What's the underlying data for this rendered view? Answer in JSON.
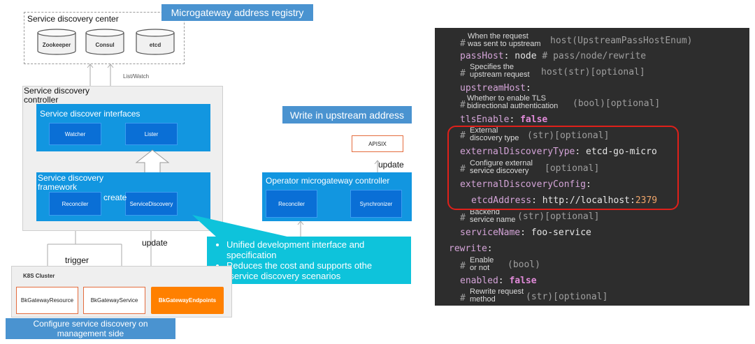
{
  "left_diagram": {
    "registry_callout": "Microgateway address registry",
    "discovery_center": {
      "title": "Service discovery center",
      "stores": [
        "Zookeeper",
        "Consul",
        "etcd"
      ]
    },
    "list_watch": "List/Watch",
    "controller_label": "Service discovery\ncontroller",
    "interfaces": {
      "title": "Service discover interfaces",
      "watcher": "Watcher",
      "lister": "Lister"
    },
    "framework": {
      "title": "Service discovery\nframework",
      "reconciler": "Reconciler",
      "create": "create",
      "service_discovery": "ServiceDiscovery"
    },
    "upstream_callout": "Write in upstream address",
    "apisix": "APISIX",
    "update_top": "update",
    "operator": {
      "title": "Operator microgateway controller",
      "reconciler": "Reconciler",
      "synchronizer": "Synchronizer"
    },
    "update_bottom": "update",
    "trigger": "trigger",
    "bullets": [
      "Unified development interface and specification",
      "Reduces the cost and supports othe rservice discovery scenarios"
    ],
    "k8s": {
      "title": "K8S Cluster",
      "resources": [
        "BkGatewayResource",
        "BkGatewayService",
        "BkGatewayEndpoints"
      ]
    },
    "bottom_callout": "Configure service discovery on\nmanagement side"
  },
  "code_panel": {
    "n1": "When the request\nwas sent to upstream",
    "c1": "host(UpstreamPassHostEnum)",
    "l2k": "passHost",
    "l2v": "node",
    "l2c": "# pass/node/rewrite",
    "n3": "Specifies the\nupstream request",
    "c3": "host(str)[optional]",
    "l4k": "upstreamHost",
    "n5": "Whether to enable TLS\nbidirectional authentication",
    "c5": "(bool)[optional]",
    "l6k": "tlsEnable",
    "l6v": "false",
    "n7": "External\ndiscovery type",
    "c7": "(str)[optional]",
    "l8k": "externalDiscoveryType",
    "l8v": "etcd-go-micro",
    "n9": "Configure external\nservice discovery",
    "c9": "[optional]",
    "l10k": "externalDiscoveryConfig",
    "l11k": "etcdAddress",
    "l11v": "http://localhost:",
    "l11n": "2379",
    "n12": "Backend\nservice name",
    "c12": "(str)[optional]",
    "l13k": "serviceName",
    "l13v": "foo-service",
    "l14k": "rewrite",
    "n15": "Enable\nor not",
    "c15": "(bool)",
    "l16k": "enabled",
    "l16v": "false",
    "n17": "Rewrite request\nmethod",
    "c17": "(str)[optional]",
    "hash": "#",
    "colon": ":"
  }
}
